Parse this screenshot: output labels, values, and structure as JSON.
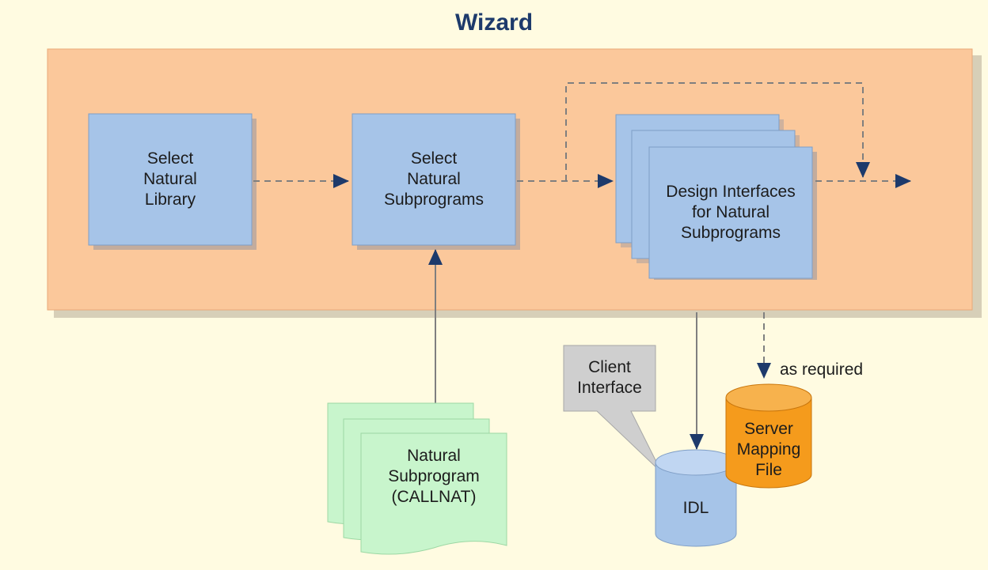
{
  "diagram": {
    "title": "Wizard",
    "steps": {
      "select_library": "Select\nNatural\nLibrary",
      "select_subprograms": "Select\nNatural\nSubprograms",
      "design_interfaces": "Design Interfaces\nfor Natural\nSubprograms"
    },
    "inputs": {
      "natural_subprogram": "Natural\nSubprogram\n(CALLNAT)"
    },
    "outputs": {
      "idl": "IDL",
      "server_mapping_file": "Server\nMapping\nFile",
      "as_required": "as required"
    },
    "callouts": {
      "client_interface": "Client\nInterface"
    }
  },
  "colors": {
    "page_background": "#fffbe1",
    "wizard_panel": "#fbc89b",
    "step_box": "#a6c4e8",
    "document_stack": "#c8f5cc",
    "idl_cylinder": "#a6c4e8",
    "server_cylinder": "#f59b1c",
    "callout": "#cfcfcf",
    "arrow": "#1d3a6b",
    "connector": "#7f7f7f"
  }
}
